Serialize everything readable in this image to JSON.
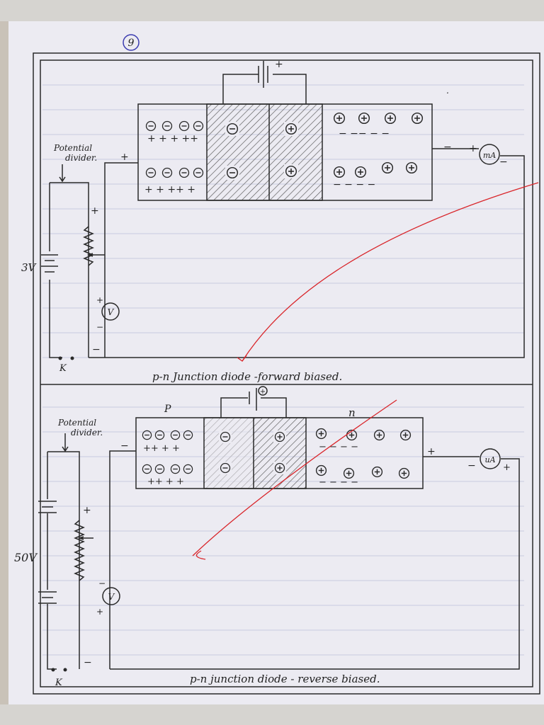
{
  "page_number": "9",
  "colors": {
    "ink": "#2a2a2a",
    "paper": "#ecebf2",
    "red_mark": "#d9252a",
    "hatch": "#555555"
  },
  "forward": {
    "label_potential_divider": [
      "Potential",
      "divider."
    ],
    "battery_voltage": "3V",
    "meter_ma": "mA",
    "meter_v": "V",
    "key": "K",
    "caption": "p-n Junction diode -forward biased.",
    "sign_plus": "+",
    "sign_minus": "−"
  },
  "reverse": {
    "label_potential_divider": [
      "Potential",
      "divider."
    ],
    "battery_voltage": "50V",
    "meter_ua": "uA",
    "meter_v": "V",
    "key": "K",
    "label_p": "P",
    "label_n": "n",
    "caption": "p-n junction diode - reverse biased.",
    "sign_plus": "+",
    "sign_minus": "−"
  }
}
